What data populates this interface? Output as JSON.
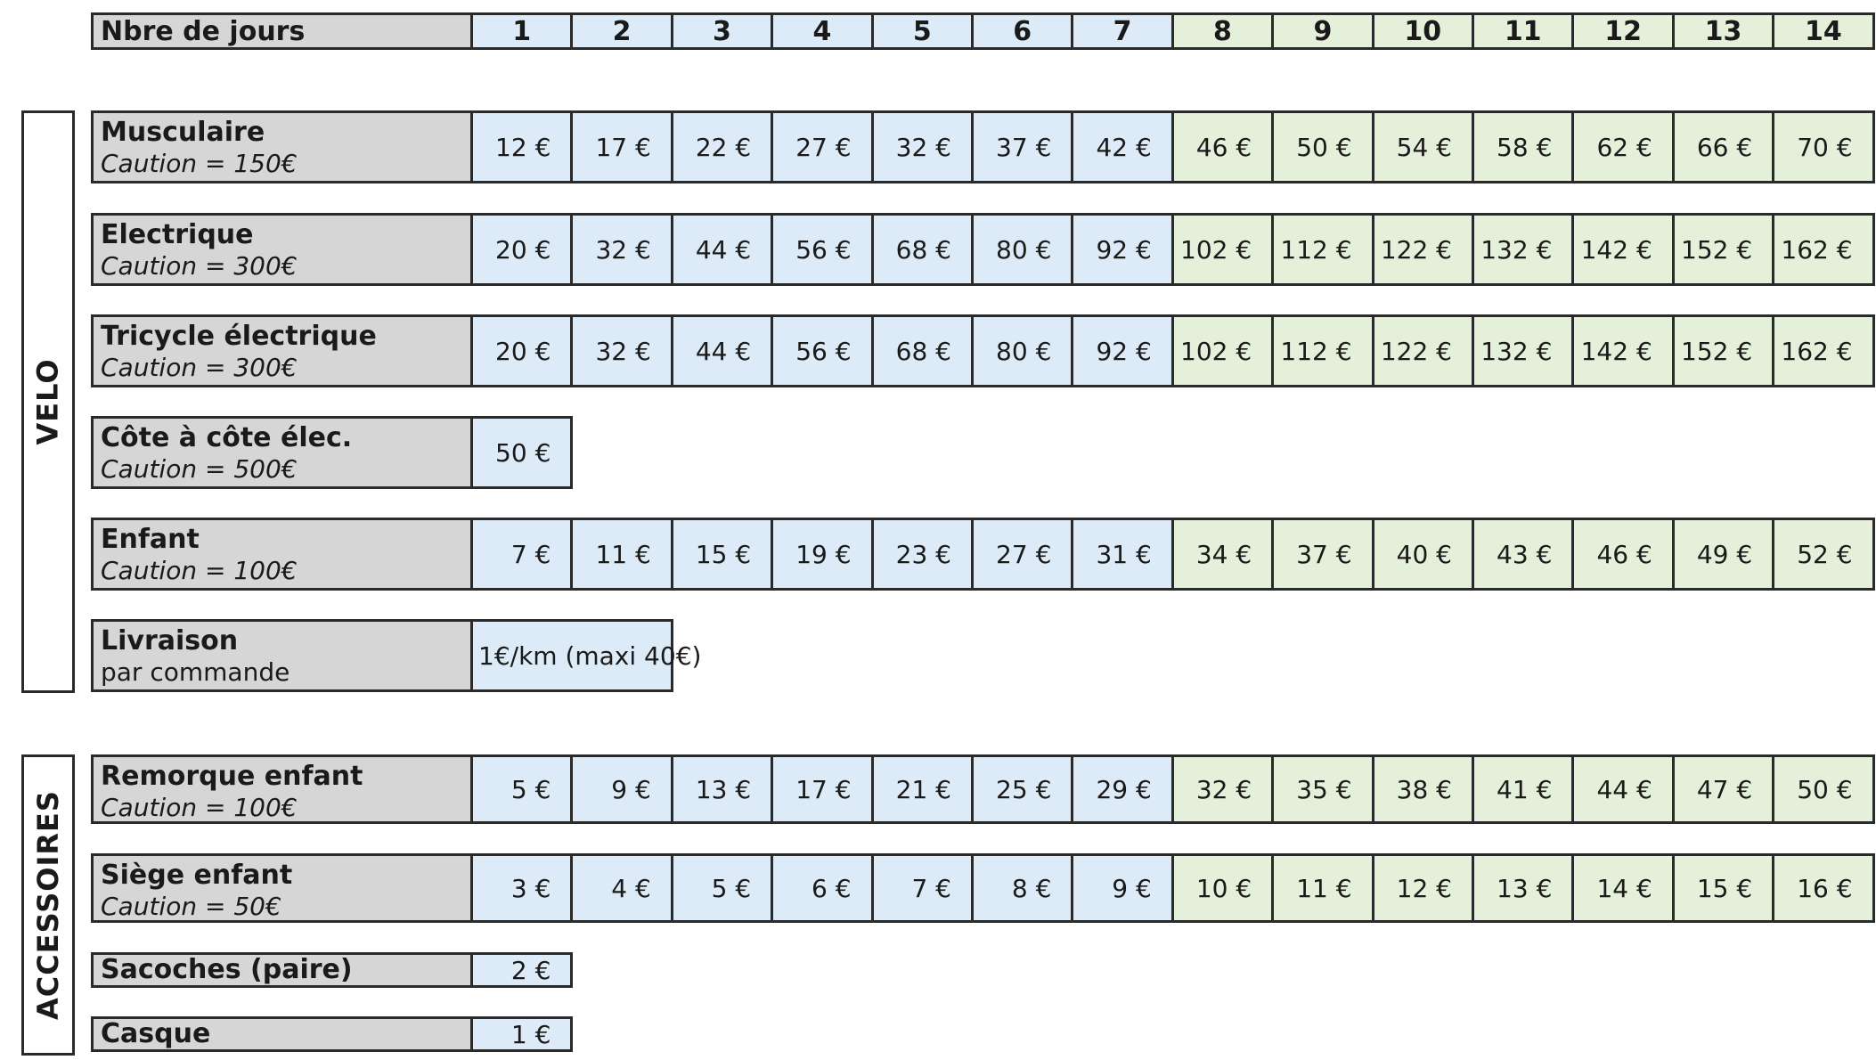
{
  "header": {
    "label": "Nbre de jours",
    "days": [
      "1",
      "2",
      "3",
      "4",
      "5",
      "6",
      "7",
      "8",
      "9",
      "10",
      "11",
      "12",
      "13",
      "14"
    ]
  },
  "sections": {
    "velo": "VELO",
    "accessoires": "ACCESSOIRES"
  },
  "rows": [
    {
      "name": "Musculaire",
      "sub": "Caution = 150€",
      "prices": [
        "12 €",
        "17 €",
        "22 €",
        "27 €",
        "32 €",
        "37 €",
        "42 €",
        "46 €",
        "50 €",
        "54 €",
        "58 €",
        "62 €",
        "66 €",
        "70 €"
      ]
    },
    {
      "name": "Electrique",
      "sub": "Caution = 300€",
      "prices": [
        "20 €",
        "32 €",
        "44 €",
        "56 €",
        "68 €",
        "80 €",
        "92 €",
        "102 €",
        "112 €",
        "122 €",
        "132 €",
        "142 €",
        "152 €",
        "162 €"
      ]
    },
    {
      "name": "Tricycle électrique",
      "sub": "Caution = 300€",
      "prices": [
        "20 €",
        "32 €",
        "44 €",
        "56 €",
        "68 €",
        "80 €",
        "92 €",
        "102 €",
        "112 €",
        "122 €",
        "132 €",
        "142 €",
        "152 €",
        "162 €"
      ]
    },
    {
      "name": "Côte à côte élec.",
      "sub": "Caution = 500€",
      "prices": [
        "50 €"
      ]
    },
    {
      "name": "Enfant",
      "sub": "Caution = 100€",
      "prices": [
        "7 €",
        "11 €",
        "15 €",
        "19 €",
        "23 €",
        "27 €",
        "31 €",
        "34 €",
        "37 €",
        "40 €",
        "43 €",
        "46 €",
        "49 €",
        "52 €"
      ]
    },
    {
      "name": "Livraison",
      "sub": "par commande",
      "prices": [
        "1€/km (maxi 40€)"
      ]
    },
    {
      "name": "Remorque enfant",
      "sub": "Caution = 100€",
      "prices": [
        "5 €",
        "9 €",
        "13 €",
        "17 €",
        "21 €",
        "25 €",
        "29 €",
        "32 €",
        "35 €",
        "38 €",
        "41 €",
        "44 €",
        "47 €",
        "50 €"
      ]
    },
    {
      "name": "Siège enfant",
      "sub": "Caution = 50€",
      "prices": [
        "3 €",
        "4 €",
        "5 €",
        "6 €",
        "7 €",
        "8 €",
        "9 €",
        "10 €",
        "11 €",
        "12 €",
        "13 €",
        "14 €",
        "15 €",
        "16 €"
      ]
    },
    {
      "name": "Sacoches (paire)",
      "prices": [
        "2 €"
      ]
    },
    {
      "name": "Casque",
      "prices": [
        "1 €"
      ]
    }
  ],
  "colors": {
    "label_bg": "#d6d6d6",
    "days_1_7_bg": "#dcebf7",
    "days_8_14_bg": "#e4f0d9",
    "border": "#2a2a2a"
  }
}
